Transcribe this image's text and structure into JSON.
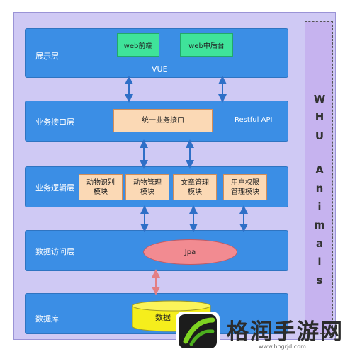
{
  "layers": {
    "presentation": {
      "label": "展示层",
      "tech": "VUE",
      "items": [
        "web前端",
        "web中后台"
      ]
    },
    "api": {
      "label": "业务接口层",
      "box": "统一业务接口",
      "tech": "Restful API"
    },
    "logic": {
      "label": "业务逻辑层",
      "modules": [
        "动物识别模块",
        "动物管理模块",
        "文章管理模块",
        "用户权限管理模块"
      ],
      "module_lines": [
        [
          "动物识别",
          "模块"
        ],
        [
          "动物管理",
          "模块"
        ],
        [
          "文章管理",
          "模块"
        ],
        [
          "用户权限",
          "管理模块"
        ]
      ]
    },
    "access": {
      "label": "数据访问层",
      "box": "Jpa"
    },
    "database": {
      "label": "数据库",
      "box": "数据"
    }
  },
  "side_banner": {
    "text": "WHU Animals",
    "chars": [
      "W",
      "H",
      "U",
      "A",
      "n",
      "i",
      "m",
      "a",
      "l",
      "s"
    ]
  },
  "watermark": {
    "text": "格润手游网",
    "url": "www.hngrjd.com"
  },
  "colors": {
    "layer": "#3b8ee5",
    "frame": "#cfc9f4",
    "green": "#3fe39a",
    "orange": "#fbd9b5",
    "arrow_blue": "#2f6fc7",
    "arrow_red": "#e47f84"
  }
}
